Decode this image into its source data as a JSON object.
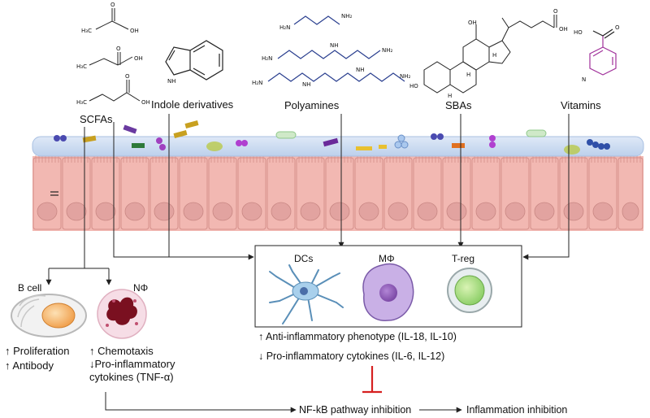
{
  "labels": {
    "scfas": "SCFAs",
    "indole": "Indole derivatives",
    "polyamines": "Polyamines",
    "sbas": "SBAs",
    "vitamins": "Vitamins",
    "dcs": "DCs",
    "macrophage": "MΦ",
    "treg": "T-reg",
    "bcell": "B cell",
    "neutrophil": "NΦ",
    "bcell_effect_1": "↑ Proliferation",
    "bcell_effect_2": "↑ Antibody",
    "neut_effect_1": "↑ Chemotaxis",
    "neut_effect_2": "↓Pro-inflammatory",
    "neut_effect_3": "cytokines (TNF-α)",
    "immune_effect_1": "↑ Anti-inflammatory phenotype (IL-18, IL-10)",
    "immune_effect_2": "↓ Pro-inflammatory cytokines (IL-6, IL-12)",
    "nfkb": "NF-kB pathway inhibition",
    "inflammation": "Inflammation inhibition"
  },
  "chem": {
    "ch3": "H₃C",
    "o": "O",
    "oh": "OH",
    "nh": "NH",
    "nh2": "NH₂",
    "h2n": "H₂N",
    "ho": "HO",
    "n": "N",
    "h": "H"
  },
  "colors": {
    "mucus": "#c9daf0",
    "epithelium": "#f2b8b2",
    "nucleus": "#e2a3a0",
    "inhibit": "#d62020",
    "pyridine": "#a0309a"
  }
}
